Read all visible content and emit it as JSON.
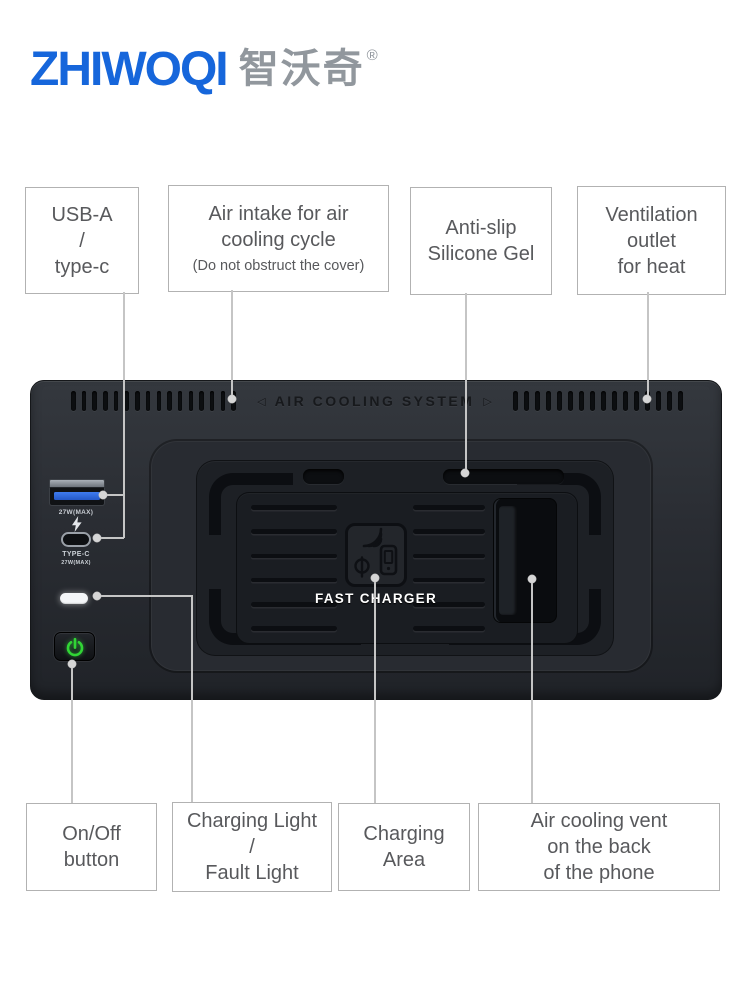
{
  "logo": {
    "brand": "ZHIWOQI",
    "brand_cn": "智沃奇",
    "registered_mark": "®"
  },
  "colors": {
    "brand_blue": "#1666DB",
    "brand_gray": "#91979D",
    "callout_text": "#58595C",
    "callout_border": "#B2B2B2",
    "connector_gray": "#C5C5C5",
    "device_body": "#2C2F35",
    "usb_blue": "#2F6AE0",
    "power_green": "#31D535",
    "led_white": "#F4F6F8"
  },
  "callouts": {
    "top": [
      {
        "id": "usb",
        "lines": [
          "USB-A",
          "/",
          "type-c"
        ]
      },
      {
        "id": "air-intake",
        "lines": [
          "Air intake for air",
          "cooling cycle"
        ],
        "note": "(Do not obstruct the cover)"
      },
      {
        "id": "anti-slip",
        "lines": [
          "Anti-slip",
          "Silicone Gel"
        ]
      },
      {
        "id": "vent-outlet",
        "lines": [
          "Ventilation",
          "outlet",
          "for heat"
        ]
      }
    ],
    "bottom": [
      {
        "id": "on-off",
        "lines": [
          "On/Off",
          "button"
        ]
      },
      {
        "id": "charging-light",
        "lines": [
          "Charging Light",
          "/",
          "Fault Light"
        ]
      },
      {
        "id": "charging-area",
        "lines": [
          "Charging",
          "Area"
        ]
      },
      {
        "id": "air-vent-back",
        "lines": [
          "Air cooling vent",
          "on the back",
          "of the phone"
        ]
      }
    ]
  },
  "device": {
    "vent_banner": {
      "left_arrow": "◁",
      "label": "AIR COOLING SYSTEM",
      "right_arrow": "▷"
    },
    "ports": {
      "usb_power": "27W(MAX)",
      "typec_label": "TYPE-C",
      "typec_power": "27W(MAX)"
    },
    "pad_label": "FAST CHARGER"
  }
}
